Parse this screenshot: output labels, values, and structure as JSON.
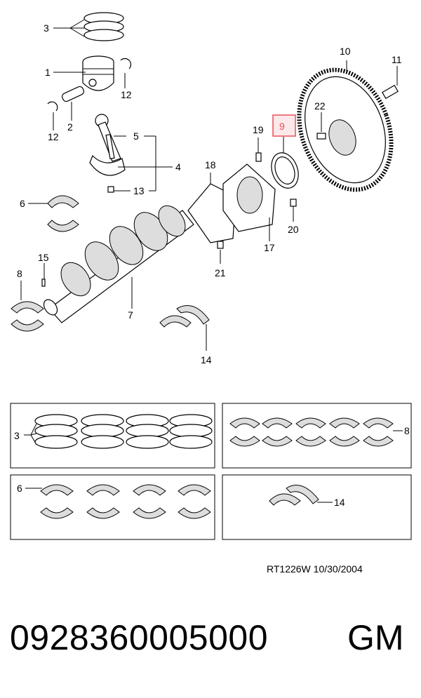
{
  "diagram": {
    "callouts": {
      "c1": "1",
      "c2": "2",
      "c3": "3",
      "c4": "4",
      "c5": "5",
      "c6": "6",
      "c7": "7",
      "c8": "8",
      "c9": "9",
      "c10": "10",
      "c11": "11",
      "c12a": "12",
      "c12b": "12",
      "c13": "13",
      "c14": "14",
      "c15": "15",
      "c17": "17",
      "c18": "18",
      "c19": "19",
      "c20": "20",
      "c21": "21",
      "c22": "22"
    },
    "kit_callouts": {
      "rings": "3",
      "main_bearings": "8",
      "rod_bearings": "6",
      "thrust_washers": "14"
    },
    "highlighted_callout": "9",
    "highlight_color": "#e8505b"
  },
  "footer": {
    "reference": "RT1226W  10/30/2004",
    "part_number": "0928360005000",
    "brand": "GM"
  }
}
